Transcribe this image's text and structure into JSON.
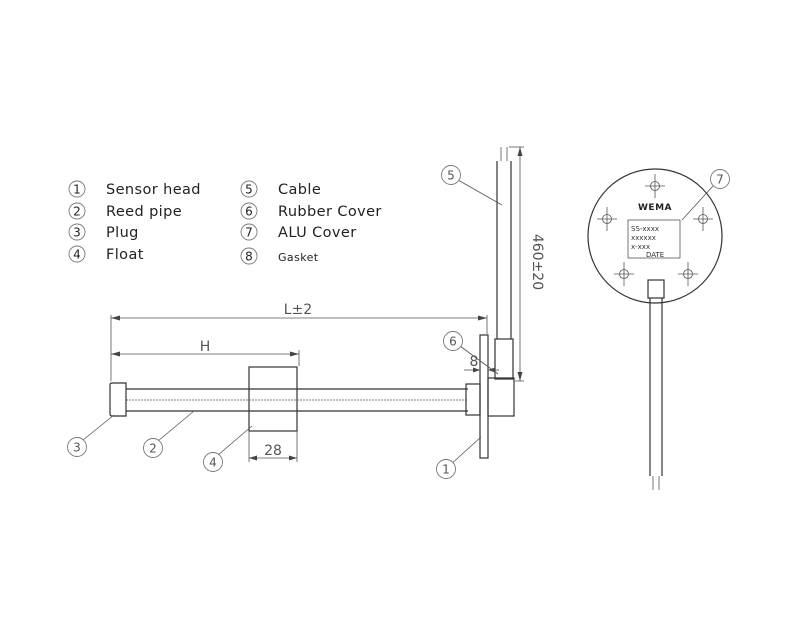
{
  "legend": [
    {
      "num": "1",
      "label": "Sensor head"
    },
    {
      "num": "2",
      "label": "Reed pipe"
    },
    {
      "num": "3",
      "label": "Plug"
    },
    {
      "num": "4",
      "label": "Float"
    },
    {
      "num": "5",
      "label": "Cable"
    },
    {
      "num": "6",
      "label": "Rubber Cover"
    },
    {
      "num": "7",
      "label": "ALU Cover"
    },
    {
      "num": "8",
      "label": "Gasket"
    }
  ],
  "dimensions": {
    "length": "L±2",
    "height": "H",
    "float_width": "28",
    "gap": "8",
    "cable": "460±20"
  },
  "callouts": [
    "1",
    "2",
    "3",
    "4",
    "5",
    "6",
    "7"
  ],
  "plate": {
    "brand": "WEMA",
    "line1": "SS-xxxx",
    "line2": "xxxxxx",
    "line3": "x-xxx",
    "line4": "DATE"
  }
}
